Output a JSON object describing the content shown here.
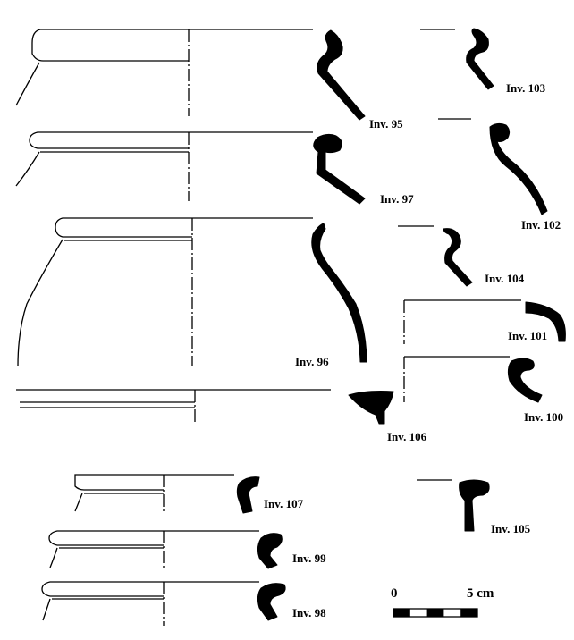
{
  "plate": {
    "labels": {
      "inv95": "Inv. 95",
      "inv97": "Inv. 97",
      "inv96": "Inv. 96",
      "inv103": "Inv. 103",
      "inv102": "Inv. 102",
      "inv104": "Inv. 104",
      "inv101": "Inv. 101",
      "inv100": "Inv. 100",
      "inv106": "Inv. 106",
      "inv107": "Inv. 107",
      "inv99": "Inv. 99",
      "inv98": "Inv. 98",
      "inv105": "Inv. 105"
    },
    "scale": {
      "start_label": "0",
      "end_label": "5 cm",
      "segments": 5
    },
    "colors": {
      "ink": "#000000",
      "paper": "#ffffff"
    }
  }
}
